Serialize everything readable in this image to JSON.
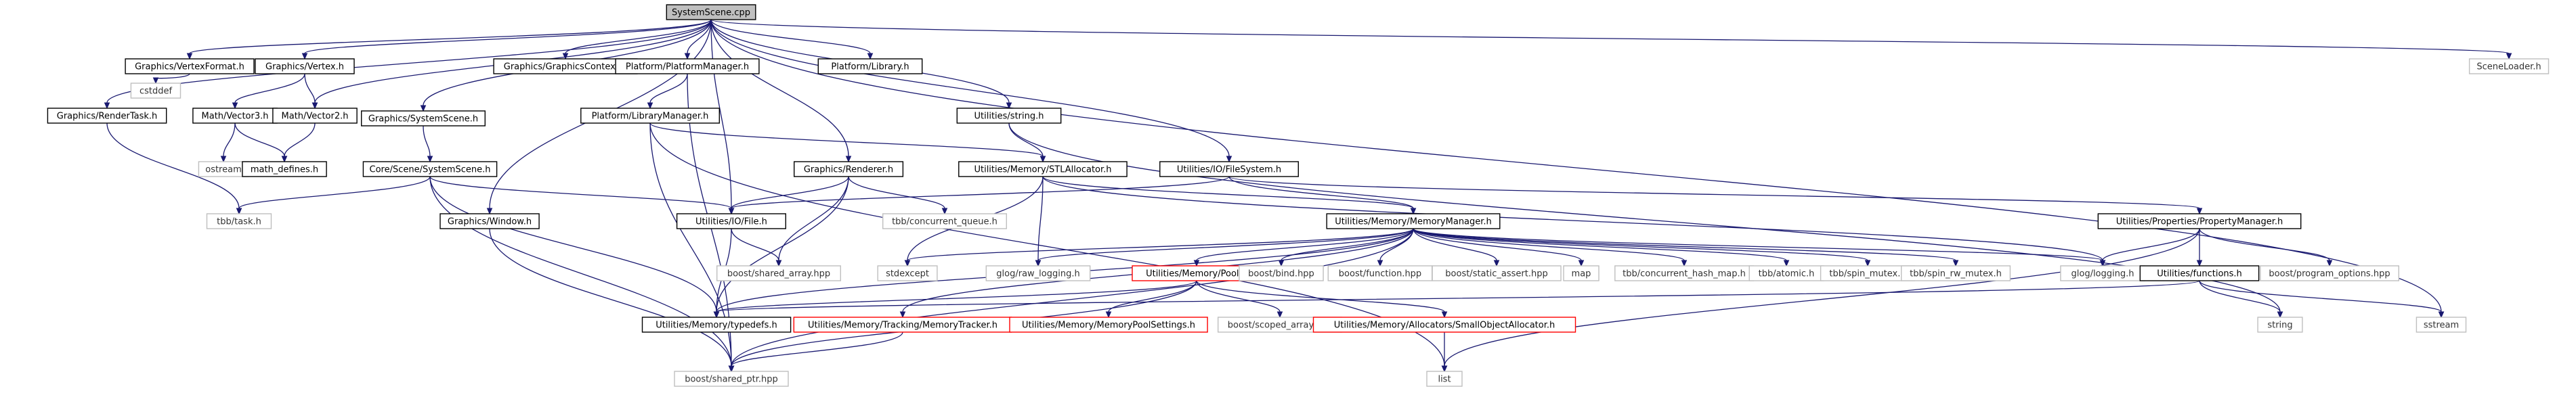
{
  "graph": {
    "colors": {
      "edge": "#191970",
      "main_fill": "#bfbfbf",
      "doc_border": "#000000",
      "red_border": "#ff0000",
      "leaf_border": "#bfbfbf"
    },
    "nodes": [
      {
        "id": "root",
        "label": "SystemScene.cpp",
        "kind": "main"
      },
      {
        "id": "rtask",
        "label": "Graphics/RenderTask.h",
        "kind": "doc"
      },
      {
        "id": "vfmt",
        "label": "Graphics/VertexFormat.h",
        "kind": "doc"
      },
      {
        "id": "vert",
        "label": "Graphics/Vertex.h",
        "kind": "doc"
      },
      {
        "id": "ssc",
        "label": "Graphics/SystemScene.h",
        "kind": "doc"
      },
      {
        "id": "gctx",
        "label": "Graphics/GraphicsContext.h",
        "kind": "doc"
      },
      {
        "id": "ppm",
        "label": "Platform/PlatformManager.h",
        "kind": "doc"
      },
      {
        "id": "plib",
        "label": "Platform/Library.h",
        "kind": "doc"
      },
      {
        "id": "ustr",
        "label": "Utilities/string.h",
        "kind": "doc"
      },
      {
        "id": "scl",
        "label": "SceneLoader.h",
        "kind": "leaf"
      },
      {
        "id": "cstddef",
        "label": "cstddef",
        "kind": "leaf"
      },
      {
        "id": "mv3",
        "label": "Math/Vector3.h",
        "kind": "doc"
      },
      {
        "id": "mv2",
        "label": "Math/Vector2.h",
        "kind": "doc"
      },
      {
        "id": "ostream",
        "label": "ostream",
        "kind": "leaf"
      },
      {
        "id": "mdef",
        "label": "math_defines.h",
        "kind": "doc"
      },
      {
        "id": "plm",
        "label": "Platform/LibraryManager.h",
        "kind": "doc"
      },
      {
        "id": "gren",
        "label": "Graphics/Renderer.h",
        "kind": "doc"
      },
      {
        "id": "stl",
        "label": "Utilities/Memory/STLAllocator.h",
        "kind": "doc"
      },
      {
        "id": "ufs",
        "label": "Utilities/IO/FileSystem.h",
        "kind": "doc"
      },
      {
        "id": "css",
        "label": "Core/Scene/SystemScene.h",
        "kind": "doc"
      },
      {
        "id": "gwin",
        "label": "Graphics/Window.h",
        "kind": "doc"
      },
      {
        "id": "tbbtask",
        "label": "tbb/task.h",
        "kind": "leaf"
      },
      {
        "id": "ufile",
        "label": "Utilities/IO/File.h",
        "kind": "doc"
      },
      {
        "id": "tcq",
        "label": "tbb/concurrent_queue.h",
        "kind": "leaf"
      },
      {
        "id": "umm",
        "label": "Utilities/Memory/MemoryManager.h",
        "kind": "doc"
      },
      {
        "id": "upm",
        "label": "Utilities/Properties/PropertyManager.h",
        "kind": "doc"
      },
      {
        "id": "stdexcept",
        "label": "stdexcept",
        "kind": "leaf"
      },
      {
        "id": "graw",
        "label": "glog/raw_logging.h",
        "kind": "leaf"
      },
      {
        "id": "upool",
        "label": "Utilities/Memory/Pool.h",
        "kind": "red"
      },
      {
        "id": "bbind",
        "label": "boost/bind.hpp",
        "kind": "leaf"
      },
      {
        "id": "bfunc",
        "label": "boost/function.hpp",
        "kind": "leaf"
      },
      {
        "id": "bsa",
        "label": "boost/static_assert.hpp",
        "kind": "leaf"
      },
      {
        "id": "map",
        "label": "map",
        "kind": "leaf"
      },
      {
        "id": "tchm",
        "label": "tbb/concurrent_hash_map.h",
        "kind": "leaf"
      },
      {
        "id": "tatom",
        "label": "tbb/atomic.h",
        "kind": "leaf"
      },
      {
        "id": "tspin",
        "label": "tbb/spin_mutex.h",
        "kind": "leaf"
      },
      {
        "id": "tsrw",
        "label": "tbb/spin_rw_mutex.h",
        "kind": "leaf"
      },
      {
        "id": "glog",
        "label": "glog/logging.h",
        "kind": "leaf"
      },
      {
        "id": "ufn",
        "label": "Utilities/functions.h",
        "kind": "doc"
      },
      {
        "id": "bpo",
        "label": "boost/program_options.hpp",
        "kind": "leaf"
      },
      {
        "id": "bsarr",
        "label": "boost/shared_array.hpp",
        "kind": "leaf"
      },
      {
        "id": "utd",
        "label": "Utilities/Memory/typedefs.h",
        "kind": "doc"
      },
      {
        "id": "utrk",
        "label": "Utilities/Memory/Tracking/MemoryTracker.h",
        "kind": "red"
      },
      {
        "id": "umps",
        "label": "Utilities/Memory/MemoryPoolSettings.h",
        "kind": "red"
      },
      {
        "id": "bsca",
        "label": "boost/scoped_array.hpp",
        "kind": "leaf"
      },
      {
        "id": "usoa",
        "label": "Utilities/Memory/Allocators/SmallObjectAllocator.h",
        "kind": "red"
      },
      {
        "id": "string",
        "label": "string",
        "kind": "leaf"
      },
      {
        "id": "sstream",
        "label": "sstream",
        "kind": "leaf"
      },
      {
        "id": "bsp",
        "label": "boost/shared_ptr.hpp",
        "kind": "leaf"
      },
      {
        "id": "list",
        "label": "list",
        "kind": "leaf"
      }
    ],
    "edges": [
      [
        "root",
        "rtask"
      ],
      [
        "root",
        "vfmt"
      ],
      [
        "root",
        "vert"
      ],
      [
        "root",
        "ssc"
      ],
      [
        "root",
        "gctx"
      ],
      [
        "root",
        "ppm"
      ],
      [
        "root",
        "plib"
      ],
      [
        "root",
        "ustr"
      ],
      [
        "root",
        "scl"
      ],
      [
        "root",
        "mv2"
      ],
      [
        "root",
        "gwin"
      ],
      [
        "root",
        "ufile"
      ],
      [
        "root",
        "gren"
      ],
      [
        "root",
        "ufs"
      ],
      [
        "root",
        "sstream"
      ],
      [
        "rtask",
        "tbbtask"
      ],
      [
        "vfmt",
        "cstddef"
      ],
      [
        "vert",
        "mv3"
      ],
      [
        "vert",
        "mv2"
      ],
      [
        "mv3",
        "ostream"
      ],
      [
        "mv3",
        "mdef"
      ],
      [
        "mv2",
        "mdef"
      ],
      [
        "ssc",
        "css"
      ],
      [
        "css",
        "tbbtask"
      ],
      [
        "css",
        "ufile"
      ],
      [
        "css",
        "utd"
      ],
      [
        "css",
        "bsp"
      ],
      [
        "ppm",
        "plm"
      ],
      [
        "ppm",
        "bsp"
      ],
      [
        "plm",
        "stl"
      ],
      [
        "plm",
        "bsp"
      ],
      [
        "plm",
        "list"
      ],
      [
        "ustr",
        "stl"
      ],
      [
        "ustr",
        "string"
      ],
      [
        "gren",
        "ufile"
      ],
      [
        "gren",
        "tcq"
      ],
      [
        "gren",
        "bsarr"
      ],
      [
        "gren",
        "utd"
      ],
      [
        "stl",
        "umm"
      ],
      [
        "stl",
        "stdexcept"
      ],
      [
        "stl",
        "graw"
      ],
      [
        "stl",
        "glog"
      ],
      [
        "ufs",
        "ufile"
      ],
      [
        "ufs",
        "umm"
      ],
      [
        "ufs",
        "upm"
      ],
      [
        "ufile",
        "bsarr"
      ],
      [
        "ufile",
        "utd"
      ],
      [
        "gwin",
        "bsp"
      ],
      [
        "umm",
        "stdexcept"
      ],
      [
        "umm",
        "graw"
      ],
      [
        "umm",
        "upool"
      ],
      [
        "umm",
        "bbind"
      ],
      [
        "umm",
        "bfunc"
      ],
      [
        "umm",
        "bsa"
      ],
      [
        "umm",
        "map"
      ],
      [
        "umm",
        "tchm"
      ],
      [
        "umm",
        "tatom"
      ],
      [
        "umm",
        "tspin"
      ],
      [
        "umm",
        "tsrw"
      ],
      [
        "umm",
        "glog"
      ],
      [
        "umm",
        "utd"
      ],
      [
        "umm",
        "utrk"
      ],
      [
        "umm",
        "bsp"
      ],
      [
        "upm",
        "glog"
      ],
      [
        "upm",
        "ufn"
      ],
      [
        "upm",
        "bpo"
      ],
      [
        "upm",
        "list"
      ],
      [
        "ufn",
        "utd"
      ],
      [
        "ufn",
        "string"
      ],
      [
        "ufn",
        "sstream"
      ],
      [
        "upool",
        "utd"
      ],
      [
        "upool",
        "umps"
      ],
      [
        "upool",
        "bsca"
      ],
      [
        "upool",
        "usoa"
      ],
      [
        "upool",
        "bsp"
      ],
      [
        "utrk",
        "bsp"
      ],
      [
        "usoa",
        "list"
      ]
    ]
  }
}
